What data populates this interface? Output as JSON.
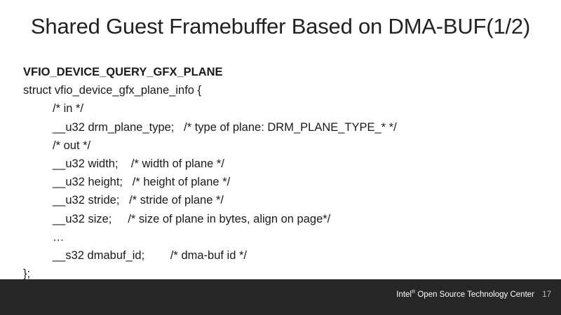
{
  "slide": {
    "title": "Shared Guest Framebuffer Based on DMA-BUF(1/2)",
    "heading": "VFIO_DEVICE_QUERY_GFX_PLANE",
    "lines": [
      "struct vfio_device_gfx_plane_info {",
      "/* in */",
      "__u32 drm_plane_type;   /* type of plane: DRM_PLANE_TYPE_* */",
      "/* out */",
      "__u32 width;    /* width of plane */",
      "__u32 height;   /* height of plane */",
      "__u32 stride;   /* stride of plane */",
      "__u32 size;     /* size of plane in bytes, align on page*/",
      "…",
      "__s32 dmabuf_id;        /* dma-buf id */",
      "};"
    ]
  },
  "footer": {
    "brand_name": "Intel",
    "brand_mark": "®",
    "brand_rest": " Open Source Technology Center",
    "page_number": "17"
  },
  "colors": {
    "footer_bg": "#262626",
    "title_text": "#222222",
    "body_text": "#1a1a1a"
  }
}
